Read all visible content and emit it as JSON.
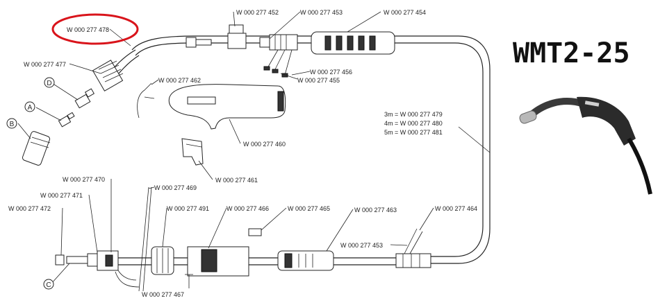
{
  "title": "WMT2-25",
  "highlight_color": "#d9141b",
  "parts": {
    "p478": "W 000 277 478",
    "p477": "W 000 277 477",
    "p452": "W 000 277 452",
    "p453_top": "W 000 277 453",
    "p454": "W 000 277 454",
    "p456": "W 000 277 456",
    "p455": "W 000 277 455",
    "p462": "W 000 277 462",
    "p460": "W 000 277 460",
    "p461": "W 000 277 461",
    "p479": "3m = W 000 277 479",
    "p480": "4m = W 000 277 480",
    "p481": "5m = W 000 277 481",
    "p470": "W 000 277 470",
    "p469": "W 000 277 469",
    "p471": "W 000 277 471",
    "p472": "W 000 277 472",
    "p491": "W 000 277 491",
    "p466": "W 000 277 466",
    "p465": "W 000 277 465",
    "p463": "W 000 277 463",
    "p464": "W 000 277 464",
    "p453_bottom": "W 000 277 453",
    "p467": "W 000 277 467"
  },
  "callouts": {
    "a": "A",
    "b": "B",
    "c": "C",
    "d": "D"
  }
}
